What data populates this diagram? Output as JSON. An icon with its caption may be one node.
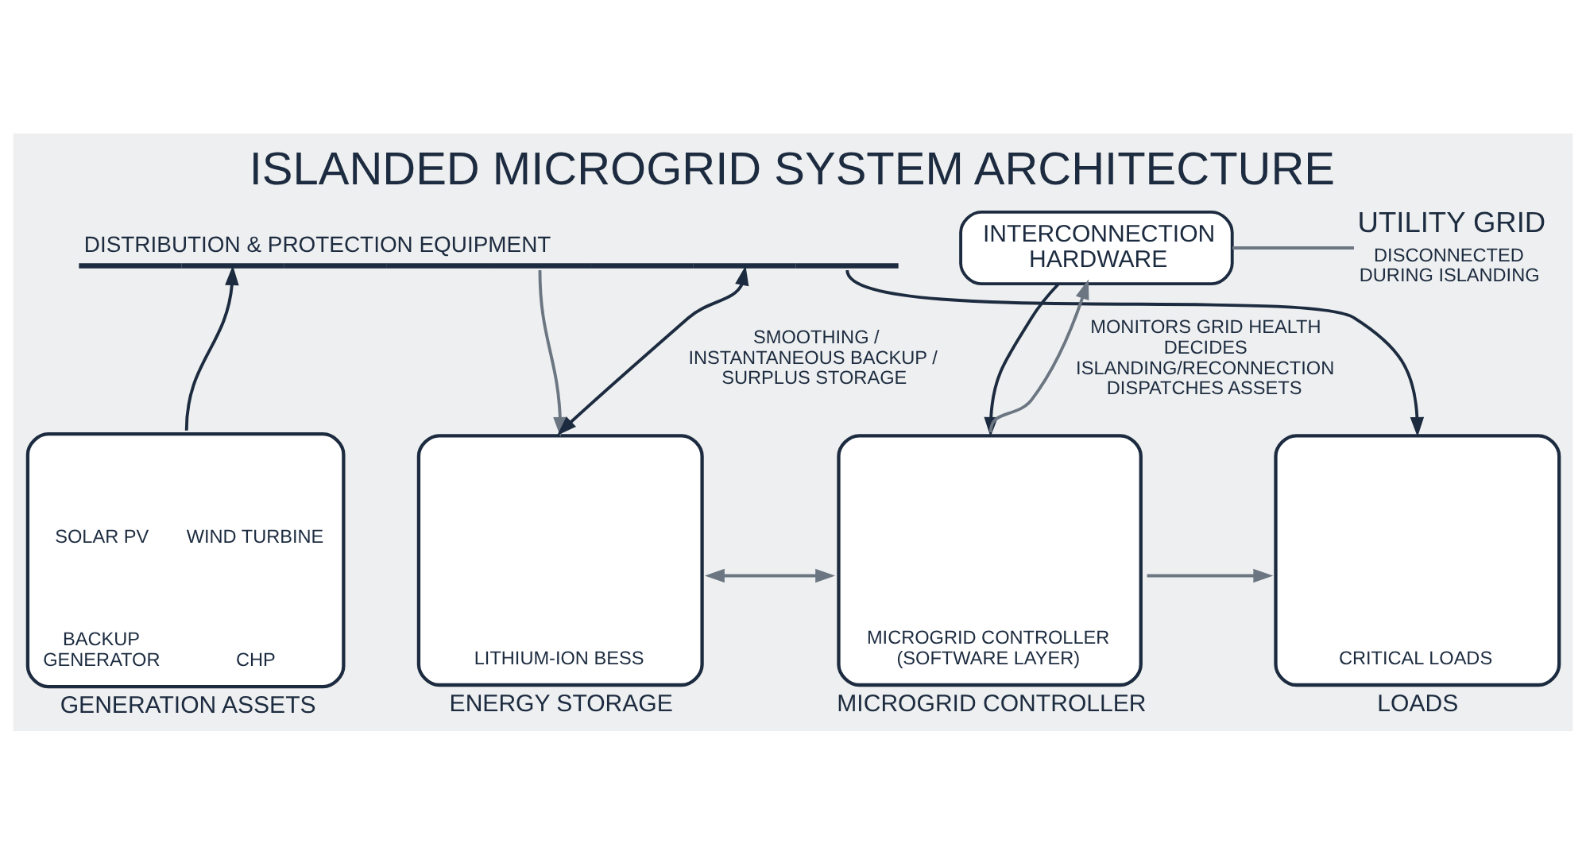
{
  "diagram": {
    "title": "ISLANDED MICROGRID SYSTEM ARCHITECTURE",
    "nodes": [
      {
        "text": [
          "INTERCONNECTION HARDWARE"
        ]
      },
      {
        "text": [
          "UTILITY GRID"
        ],
        "beside": [
          "DISCONNECTED DURING ISLANDING"
        ]
      },
      {
        "text": [
          "DISTRIBUTION & PROTECTION EQUIPMENT"
        ]
      },
      {
        "text": [
          "SOLAR PV",
          "WIND TURBINE",
          "BACKUP GENERATOR",
          "CHP"
        ],
        "beside": [
          "GENERATION ASSETS"
        ]
      },
      {
        "text": [
          "LITHIUM-ION BESS"
        ],
        "beside": [
          "ENERGY STORAGE"
        ]
      },
      {
        "text": [
          "MICROGRID CONTROLLER (SOFTWARE LAYER)"
        ],
        "beside": [
          "MICROGRID CONTROLLER"
        ]
      },
      {
        "text": [
          "CRITICAL LOADS"
        ],
        "beside": [
          "LOADS"
        ]
      }
    ],
    "edges": [
      {
        "from": 0,
        "to": 1,
        "arrow": "none"
      },
      {
        "from": 0,
        "to": 5,
        "arrow": "to",
        "color": "#1c2b3f"
      },
      {
        "from": 5,
        "to": 0,
        "arrow": "to",
        "label": "MONITORS GRID HEALTH DECIDES ISLANDING/RECONNECTION DISPATCHES ASSETS"
      },
      {
        "from": 3,
        "to": 2,
        "arrow": "to",
        "color": "#1c2b3f"
      },
      {
        "from": 2,
        "to": 4,
        "arrow": "to"
      },
      {
        "from": 2,
        "to": 4,
        "arrow": "both",
        "label": "SMOOTHING / INSTANTANEOUS BACKUP / SURPLUS STORAGE",
        "color": "#1c2b3f"
      },
      {
        "from": 2,
        "to": 6,
        "arrow": "to",
        "color": "#1c2b3f"
      },
      {
        "from": 4,
        "to": 5,
        "arrow": "both"
      },
      {
        "from": 5,
        "to": 6,
        "arrow": "to"
      }
    ]
  }
}
